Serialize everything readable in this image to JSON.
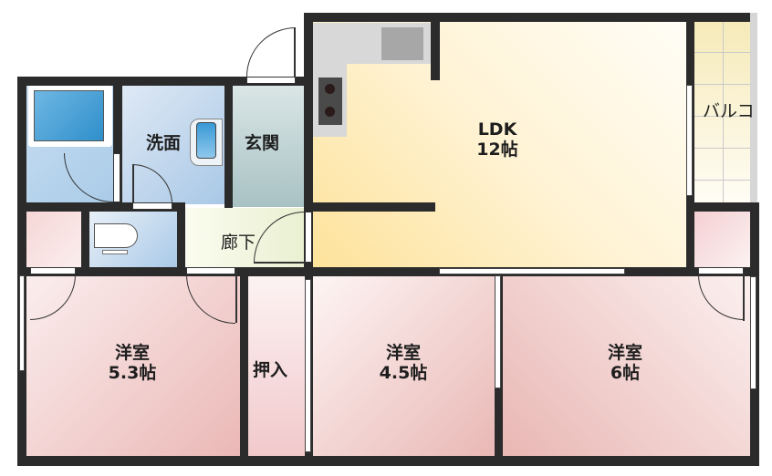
{
  "floor_plan": {
    "rooms": [
      {
        "id": "ldk",
        "name": "LDK",
        "size": "12帖"
      },
      {
        "id": "washroom",
        "name": "洗面"
      },
      {
        "id": "entrance",
        "name": "玄関"
      },
      {
        "id": "hallway",
        "name": "廊下"
      },
      {
        "id": "balcony",
        "name": "バルコ"
      },
      {
        "id": "western-room-1",
        "name": "洋室",
        "size": "5.3帖"
      },
      {
        "id": "closet",
        "name": "押入"
      },
      {
        "id": "western-room-2",
        "name": "洋室",
        "size": "4.5帖"
      },
      {
        "id": "western-room-3",
        "name": "洋室",
        "size": "6帖"
      }
    ],
    "fixtures": [
      "bathtub",
      "washbasin",
      "toilet",
      "kitchen-sink",
      "stove"
    ],
    "colors": {
      "wall": "#2b2b2b",
      "ldk": "#fde9b0",
      "bath": "#bcd8ef",
      "entrance": "#c5d8da",
      "hallway": "#f2f5dc",
      "bedroom": "#f1d0cf",
      "balcony": "#f7efc4",
      "kitchen": "#d6d6d6"
    }
  }
}
